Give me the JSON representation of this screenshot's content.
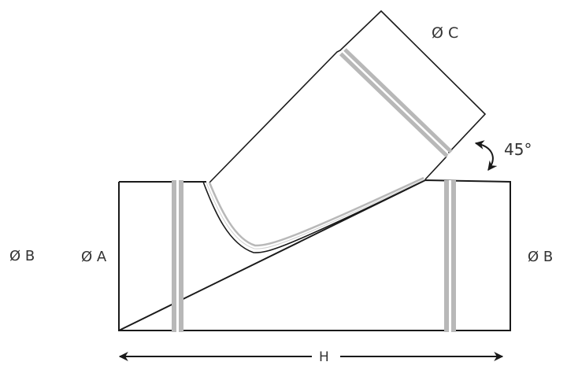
{
  "diagram": {
    "type": "45-degree lateral tee (duct branch fitting)",
    "labels": {
      "diameter_c": "Ø C",
      "angle": "45°",
      "diameter_b_outer": "Ø B",
      "diameter_a": "Ø A",
      "diameter_b_right": "Ø B",
      "length_h": "H"
    },
    "colors": {
      "outline": "#1a1a1a",
      "seam": "#b8b8b8",
      "text": "#333333",
      "background": "#ffffff"
    }
  }
}
